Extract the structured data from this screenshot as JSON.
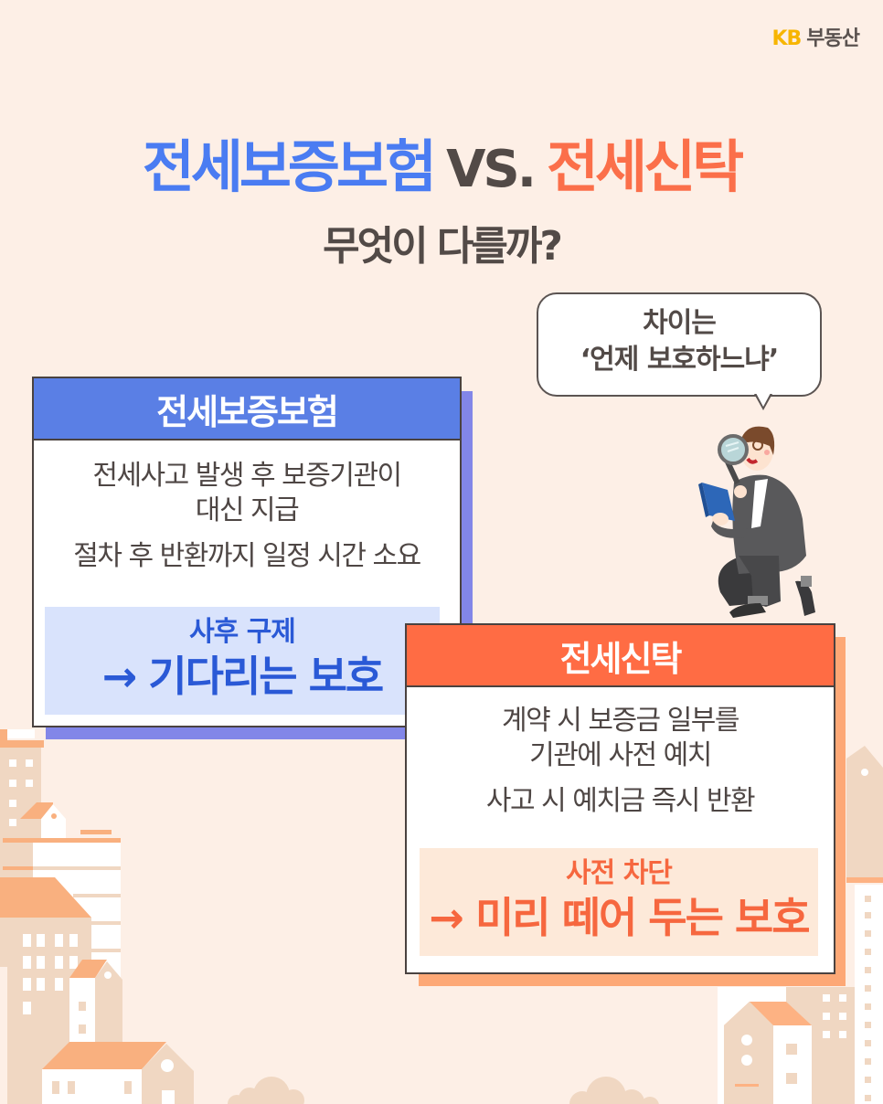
{
  "brand": {
    "kb": "KB",
    "name": "부동산",
    "kb_color": "#f7b500"
  },
  "header": {
    "title_left": "전세보증보험",
    "title_vs": "VS.",
    "title_right": "전세신탁",
    "subtitle": "무엇이 다를까?",
    "colors": {
      "left": "#4a7cf2",
      "right": "#fb6f4a",
      "text": "#524a47"
    }
  },
  "speech_bubble": {
    "line1": "차이는",
    "line2": "‘언제 보호하느냐’"
  },
  "cards": [
    {
      "title": "전세보증보험",
      "description_lines": [
        "전세사고 발생 후 보증기관이",
        "대신 지급"
      ],
      "description_extra": "절차 후 반환까지 일정 시간 소요",
      "highlight_small": "사후 구제",
      "highlight_big": "→ 기다리는 보호",
      "header_color": "#5a7fe5",
      "accent_color": "#2a59d6"
    },
    {
      "title": "전세신탁",
      "description_lines": [
        "계약 시 보증금 일부를",
        "기관에 사전 예치"
      ],
      "description_extra": "사고 시 예치금 즉시 반환",
      "highlight_small": "사전 차단",
      "highlight_big": "→ 미리 떼어 두는 보호",
      "header_color": "#ff6c44",
      "accent_color": "#f6673f"
    }
  ],
  "illustration": {
    "character": "person-kneeling-with-magnifying-glass-and-book-icon",
    "background": "city-buildings-illustration"
  }
}
